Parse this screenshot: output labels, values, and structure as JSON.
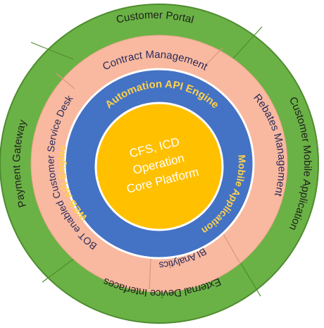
{
  "colors": {
    "outer_ring": "#6AB245",
    "outer_ring_edge": "#4E8C2E",
    "middle_ring": "#F8B9A0",
    "middle_ring_divider": "#D9977D",
    "inner_ring": "#4472C4",
    "inner_ring_edge": "#ffffff",
    "core": "#FFC000",
    "dark_text": "#1F1F1F",
    "middle_text": "#2A2A5A",
    "inner_text": "#FFD24A",
    "core_text": "#FFFFFF"
  },
  "outer_ring": {
    "labels": [
      "Customer Portal",
      "Customer Mobile Application",
      "External Device Interfaces",
      "Payment Gateway"
    ]
  },
  "middle_ring": {
    "labels": [
      "Contract Management",
      "Rebates Management",
      "BI Analytics",
      "BOT enabled Customer Service Desk"
    ]
  },
  "inner_ring": {
    "labels": [
      "Automation API Engine",
      "Mobile Application",
      "WEB API Engine"
    ]
  },
  "core": {
    "lines": [
      "CFS, ICD",
      "Operation",
      "Core Platform"
    ]
  }
}
